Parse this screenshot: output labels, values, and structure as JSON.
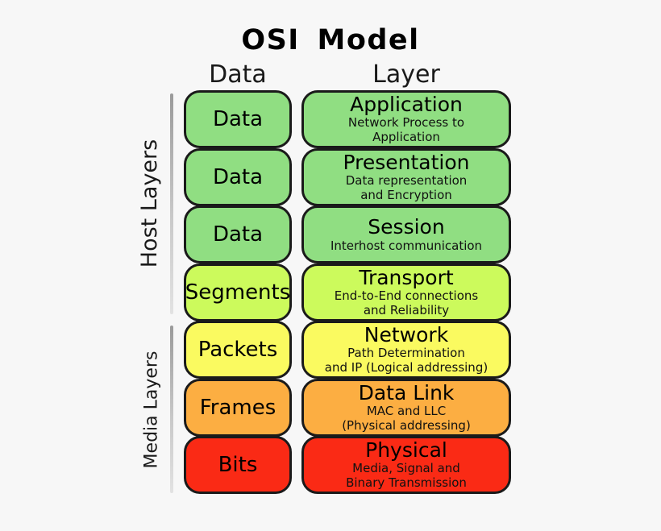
{
  "title": "OSI  Model",
  "headers": {
    "data_column": "Data",
    "layer_column": "Layer"
  },
  "groups": [
    {
      "id": "host",
      "label": "Host Layers"
    },
    {
      "id": "media",
      "label": "Media Layers"
    }
  ],
  "colors": {
    "background": "#f7f7f7",
    "green": "#90de82",
    "yellow_green": "#ccfa5c",
    "yellow": "#fafa60",
    "orange": "#fcae42",
    "red": "#fa2a15",
    "border": "#1a1a1a",
    "rule": "#b4b4b4"
  },
  "rows": [
    {
      "data_unit": "Data",
      "layer_name": "Application",
      "layer_desc": "Network Process to\nApplication",
      "color": "#90de82",
      "group": "host"
    },
    {
      "data_unit": "Data",
      "layer_name": "Presentation",
      "layer_desc": "Data representation\nand Encryption",
      "color": "#90de82",
      "group": "host"
    },
    {
      "data_unit": "Data",
      "layer_name": "Session",
      "layer_desc": "Interhost communication",
      "color": "#90de82",
      "group": "host"
    },
    {
      "data_unit": "Segments",
      "layer_name": "Transport",
      "layer_desc": "End-to-End connections\nand Reliability",
      "color": "#ccfa5c",
      "group": "host"
    },
    {
      "data_unit": "Packets",
      "layer_name": "Network",
      "layer_desc": "Path Determination\nand IP (Logical addressing)",
      "color": "#fafa60",
      "group": "media"
    },
    {
      "data_unit": "Frames",
      "layer_name": "Data Link",
      "layer_desc": "MAC and LLC\n(Physical addressing)",
      "color": "#fcae42",
      "group": "media"
    },
    {
      "data_unit": "Bits",
      "layer_name": "Physical",
      "layer_desc": "Media, Signal and\nBinary Transmission",
      "color": "#fa2a15",
      "group": "media"
    }
  ]
}
